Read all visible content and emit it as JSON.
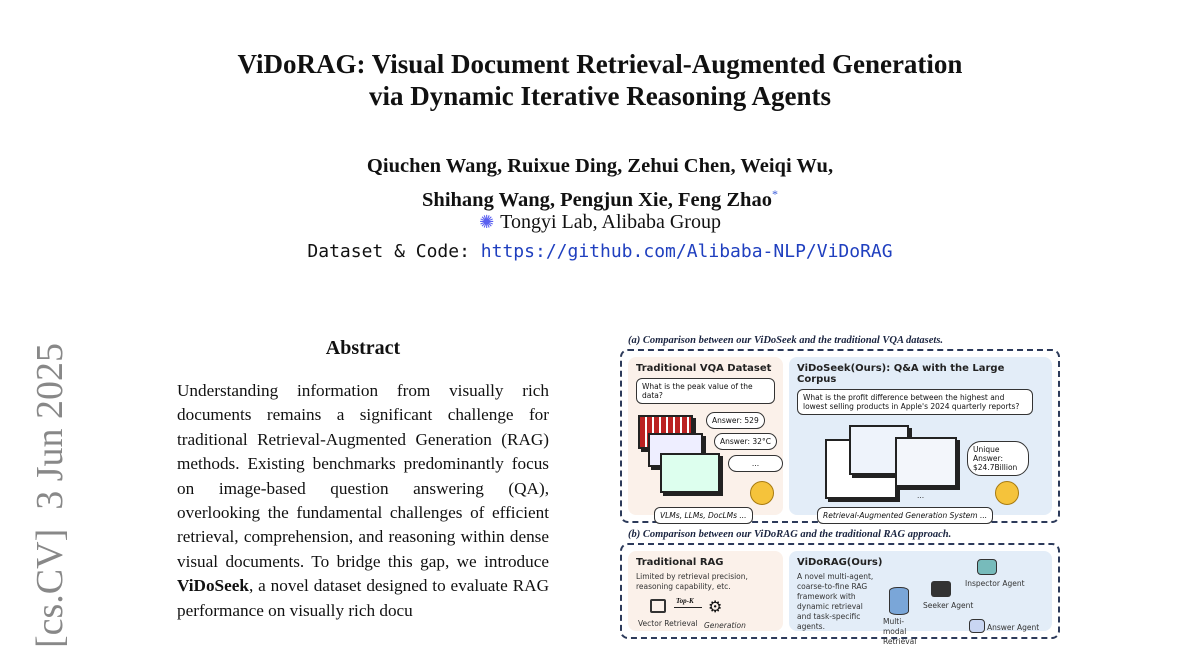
{
  "title": {
    "line1": "ViDoRAG: Visual Document Retrieval-Augmented Generation",
    "line2": "via Dynamic Iterative Reasoning Agents"
  },
  "authors": {
    "line1": "Qiuchen Wang, Ruixue Ding, Zehui Chen, Weiqi Wu,",
    "line2": "Shihang Wang, Pengjun Xie, Feng Zhao",
    "mark": "*"
  },
  "affiliation": "Tongyi Lab, Alibaba Group",
  "code": {
    "label": "Dataset & Code:",
    "url": "https://github.com/Alibaba-NLP/ViDoRAG"
  },
  "arxiv_stamp": "[cs.CV]  3 Jun 2025",
  "abstract": {
    "heading": "Abstract",
    "p1": "Understanding information from visually rich documents remains a significant challenge for traditional Retrieval-Augmented Generation (RAG) methods.  Existing benchmarks pre­dominantly focus on image-based question an­swering (QA), overlooking the fundamental challenges of efficient retrieval, comprehen­sion, and reasoning within dense visual docu­ments. To bridge this gap, we introduce ",
    "bold": "Vi­DoSeek",
    "p2": ", a novel dataset designed to evalu­ate RAG performance on visually rich docu­"
  },
  "figure": {
    "caption_a": "(a) Comparison between our ViDoSeek and the traditional VQA datasets.",
    "left_a": {
      "title": "Traditional VQA Dataset",
      "question": "What is the peak value of the data?",
      "ans1": "Answer: 529",
      "ans2": "Answer: 32°C",
      "ans3": "...",
      "footer": "VLMs, LLMs, DocLMs ..."
    },
    "right_a": {
      "title": "ViDoSeek(Ours): Q&A with the Large Corpus",
      "question": "What is the profit difference between the highest and lowest selling products in Apple's 2024 quarterly reports?",
      "answer": "Unique Answer: $24.7Billion",
      "dots": "...",
      "footer": "Retrieval-Augmented Generation System ..."
    },
    "caption_b": "(b) Comparison between our ViDoRAG and the traditional RAG approach.",
    "left_b": {
      "title": "Traditional RAG",
      "desc": "Limited by retrieval precision, reasoning capability, etc.",
      "topk": "Top-K",
      "vr": "Vector Retrieval",
      "gen": "Generation"
    },
    "right_b": {
      "title": "ViDoRAG(Ours)",
      "desc": "A novel multi-agent, coarse-to-fine RAG framework with dynamic retrieval and task-specific agents.",
      "mm": "Multi-modal Retrieval",
      "seeker": "Seeker Agent",
      "inspector": "Inspector Agent",
      "answer": "Answer Agent"
    }
  }
}
